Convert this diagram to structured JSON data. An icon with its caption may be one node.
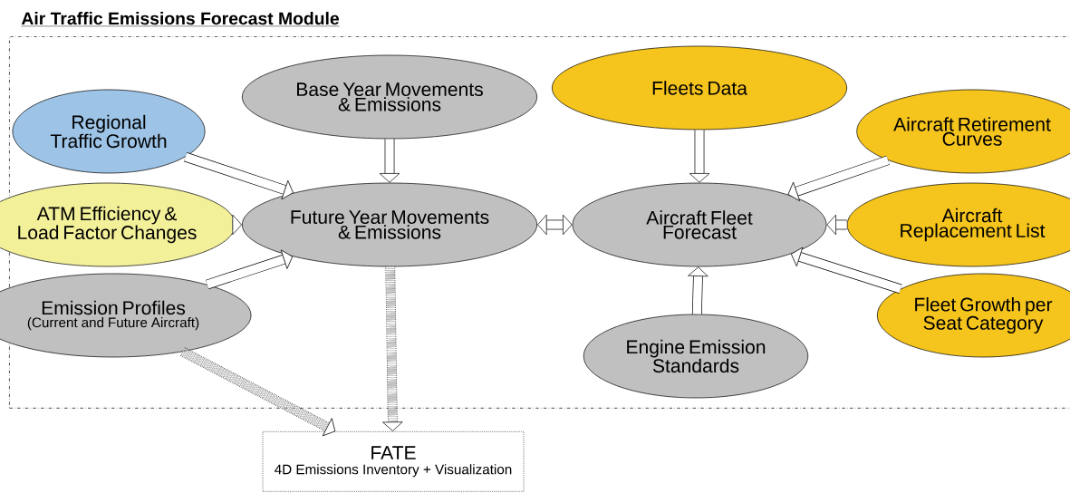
{
  "diagram": {
    "nodes": [
      {
        "text": [
          "Air Traffic Emissions Forecast Module"
        ]
      },
      {
        "text": [
          "Base Year Movements & Emissions"
        ],
        "in": 0
      },
      {
        "text": [
          "Fleets Data"
        ],
        "in": 0
      },
      {
        "text": [
          "Regional Traffic Growth"
        ],
        "in": 0
      },
      {
        "text": [
          "Aircraft Retirement Curves"
        ],
        "in": 0
      },
      {
        "text": [
          "ATM Efficiency & Load Factor Changes"
        ],
        "in": 0
      },
      {
        "text": [
          "Future Year Movements & Emissions"
        ],
        "in": 0
      },
      {
        "text": [
          "Aircraft Fleet Forecast"
        ],
        "in": 0
      },
      {
        "text": [
          "Aircraft Replacement List"
        ],
        "in": 0
      },
      {
        "text": [
          "Emission Profiles",
          "(Current and Future Aircraft)"
        ],
        "in": 0
      },
      {
        "text": [
          "Fleet Growth per Seat Category"
        ],
        "in": 0
      },
      {
        "text": [
          "Engine Emission Standards"
        ],
        "in": 0
      },
      {
        "text": [
          "FATE",
          "4D Emissions Inventory + Visualization"
        ]
      }
    ],
    "edges": [
      {
        "from": 1,
        "to": 6,
        "arrow": "to"
      },
      {
        "from": 3,
        "to": 6,
        "arrow": "to"
      },
      {
        "from": 5,
        "to": 6,
        "arrow": "to"
      },
      {
        "from": 9,
        "to": 6,
        "arrow": "to"
      },
      {
        "from": 6,
        "to": 7,
        "arrow": "both"
      },
      {
        "from": 2,
        "to": 7,
        "arrow": "to"
      },
      {
        "from": 4,
        "to": 7,
        "arrow": "to"
      },
      {
        "from": 8,
        "to": 7,
        "arrow": "to"
      },
      {
        "from": 10,
        "to": 7,
        "arrow": "to"
      },
      {
        "from": 11,
        "to": 7,
        "arrow": "to"
      },
      {
        "from": 9,
        "to": 12,
        "arrow": "to",
        "style": "dashed"
      },
      {
        "from": 6,
        "to": 12,
        "arrow": "to",
        "style": "dashed"
      }
    ]
  }
}
